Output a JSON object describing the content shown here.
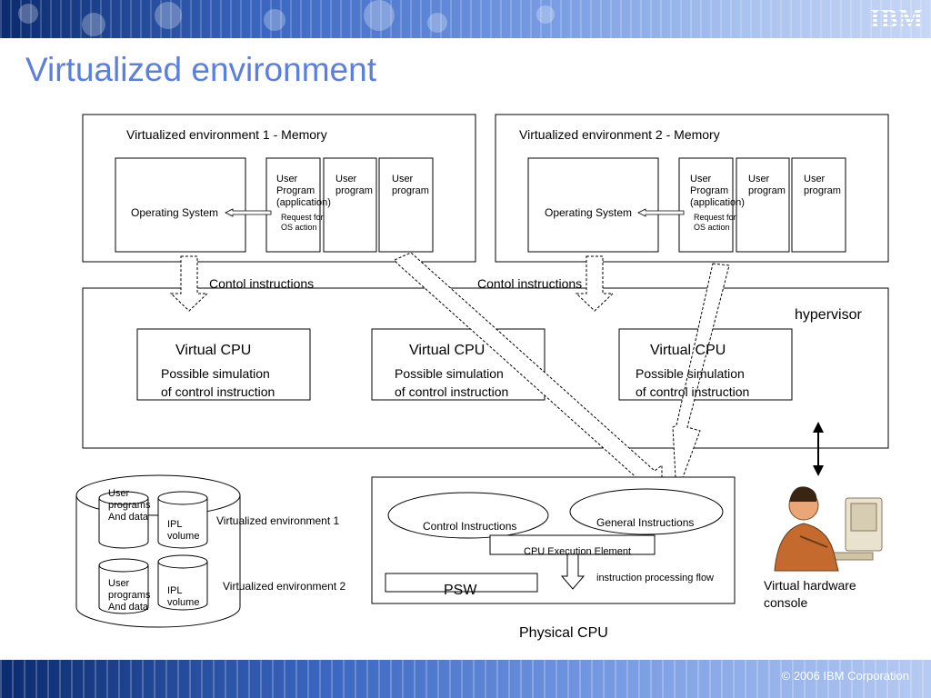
{
  "header": {
    "logo": "IBM",
    "title": "Virtualized environment"
  },
  "footer": {
    "copyright": "© 2006 IBM Corporation"
  },
  "env1": {
    "label": "Virtualized environment 1 - Memory",
    "os": "Operating System",
    "prog1": [
      "User",
      "Program",
      "(application)"
    ],
    "prog2": [
      "User",
      "program"
    ],
    "prog3": [
      "User",
      "program"
    ],
    "request": [
      "Request for",
      "OS action"
    ]
  },
  "env2": {
    "label": "Virtualized environment 2 - Memory",
    "os": "Operating System",
    "prog1": [
      "User",
      "Program",
      "(application)"
    ],
    "prog2": [
      "User",
      "program"
    ],
    "prog3": [
      "User",
      "program"
    ],
    "request": [
      "Request for",
      "OS action"
    ]
  },
  "control_label_1": "Contol instructions",
  "control_label_2": "Contol instructions",
  "hypervisor": {
    "label": "hypervisor",
    "vcpus": [
      {
        "title": "Virtual CPU",
        "line1": "Possible simulation",
        "line2": "of control instruction"
      },
      {
        "title": "Virtual CPU",
        "line1": "Possible simulation",
        "line2": "of control instruction"
      },
      {
        "title": "Virtual CPU",
        "line1": "Possible simulation",
        "line2": "of control instruction"
      }
    ]
  },
  "storage": {
    "vol1": [
      "User",
      "programs",
      "And data"
    ],
    "ipl1": [
      "IPL",
      "volume"
    ],
    "vol2": [
      "User",
      "programs",
      "And data"
    ],
    "ipl2": [
      "IPL",
      "volume"
    ],
    "env1_label": "Virtualized environment 1",
    "env2_label": "Virtualized environment 2"
  },
  "physical_cpu": {
    "label": "Physical CPU",
    "control": "Control Instructions",
    "general": "General Instructions",
    "exec": "CPU Execution Element",
    "flow": "instruction processing flow",
    "psw": "PSW"
  },
  "console": [
    "Virtual hardware",
    "console"
  ]
}
